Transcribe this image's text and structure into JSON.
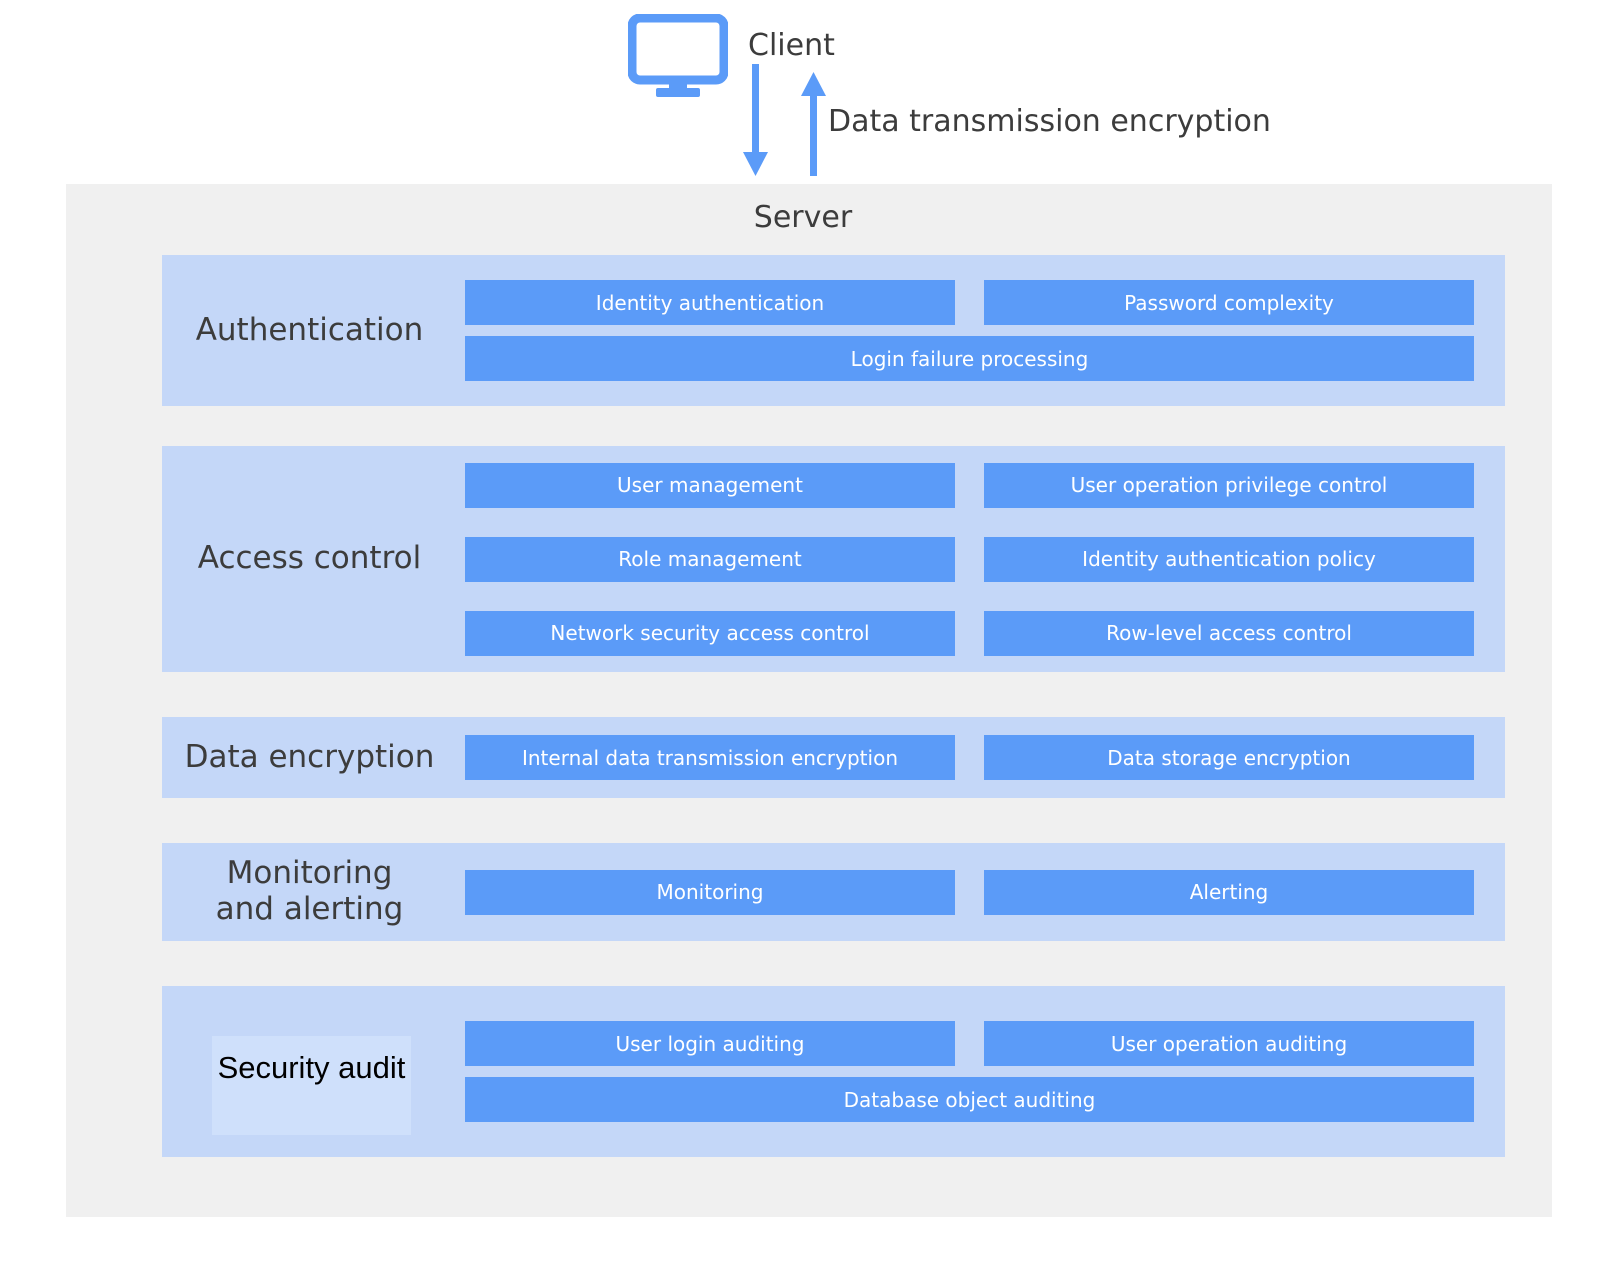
{
  "client": {
    "icon": "monitor-icon",
    "label": "Client",
    "link_label": "Data transmission encryption",
    "arrow_down": "arrow-down-icon",
    "arrow_up": "arrow-up-icon"
  },
  "server": {
    "label": "Server"
  },
  "colors": {
    "page_background": "#ffffff",
    "server_panel": "#f0f0f0",
    "layer_band": "#c4d7f8",
    "item_box": "#5b9bf8",
    "item_text": "#ffffff",
    "title_text": "#3c3c3c",
    "accent_blue": "#5b9bf8",
    "highlight_box": "#cfe0fb"
  },
  "layers": [
    {
      "id": "authentication",
      "title": "Authentication",
      "rows": [
        {
          "items": [
            "Identity authentication",
            "Password complexity"
          ]
        },
        {
          "items": [
            "Login failure processing"
          ],
          "full": true
        }
      ]
    },
    {
      "id": "access-control",
      "title": "Access control",
      "rows": [
        {
          "items": [
            "User management",
            "User operation privilege control"
          ]
        },
        {
          "items": [
            "Role management",
            "Identity authentication policy"
          ]
        },
        {
          "items": [
            "Network security access control",
            "Row-level access control"
          ]
        }
      ]
    },
    {
      "id": "data-encryption",
      "title": "Data encryption",
      "rows": [
        {
          "items": [
            "Internal data transmission encryption",
            "Data storage encryption"
          ]
        }
      ]
    },
    {
      "id": "monitoring",
      "title": "Monitoring\nand alerting",
      "rows": [
        {
          "items": [
            "Monitoring",
            "Alerting"
          ]
        }
      ]
    },
    {
      "id": "security-audit",
      "title": "Security audit",
      "rows": [
        {
          "items": [
            "User login auditing",
            "User operation auditing"
          ]
        },
        {
          "items": [
            "Database object auditing"
          ],
          "full": true
        }
      ]
    }
  ]
}
